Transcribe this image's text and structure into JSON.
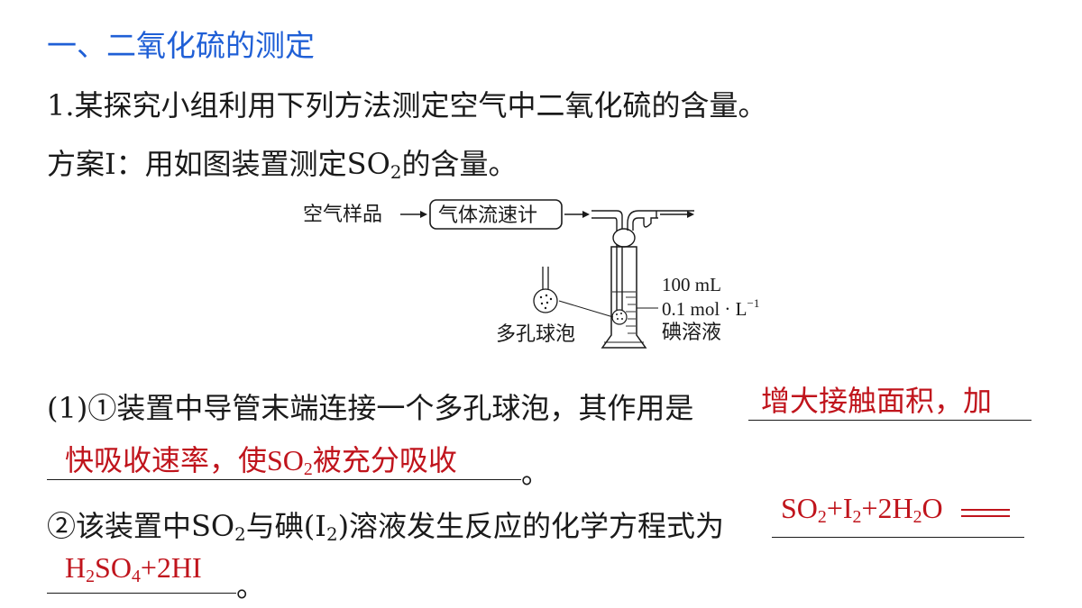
{
  "heading": "一、二氧化硫的测定",
  "question": "1.某探究小组利用下列方法测定空气中二氧化硫的含量。",
  "scheme": {
    "prefix": "方案I：用如图装置测定SO",
    "sub": "2",
    "suffix": "的含量。"
  },
  "figure": {
    "air_sample": "空气样品",
    "flowmeter": "气体流速计",
    "bubble_label": "多孔球泡",
    "solution_volume": "100 mL",
    "solution_conc": "0.1 mol · L",
    "solution_conc_exp": "−1",
    "solution_name": "碘溶液"
  },
  "q1": {
    "prompt": "(1)①装置中导管末端连接一个多孔球泡，其作用是",
    "answer_line1": "增大接触面积，加",
    "answer_line2_a": "快吸收速率，使SO",
    "answer_line2_sub": "2",
    "answer_line2_b": "被充分吸收",
    "end_punct": "。"
  },
  "q2": {
    "p1": "②该装置中SO",
    "p1_sub": "2",
    "p2": "与碘(I",
    "p2_sub": "2",
    "p3": ")溶液发生反应的化学方程式为",
    "eq1_a": "SO",
    "eq1_a_sub": "2",
    "eq1_b": "+I",
    "eq1_b_sub": "2",
    "eq1_c": "+2H",
    "eq1_c_sub": "2",
    "eq1_d": "O",
    "eq2_a": "H",
    "eq2_a_sub": "2",
    "eq2_b": "SO",
    "eq2_b_sub": "4",
    "eq2_c": "+2HI",
    "end_punct": "。"
  }
}
